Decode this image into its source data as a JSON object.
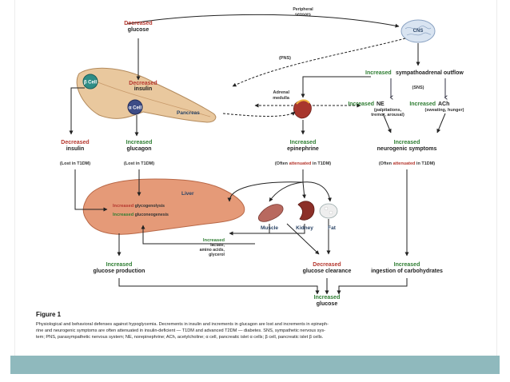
{
  "figure": {
    "title": "Figure 1",
    "caption_lines": [
      "Physiological and behavioral defenses against hypoglycemia. Decrements in insulin and increments in glucagon are lost and increments in epineph-",
      "rine and neurogenic symptoms are often attenuated in insulin-deficient — T1DM and advanced T2DM — diabetes. SNS, sympathetic nervous sys-",
      "tem; PNS, parasympathetic nervous system; NE, norepinephrine; ACh, acetylcholine; α cell, pancreatic islet α cells; β cell, pancreatic islet β cells."
    ]
  },
  "labels": {
    "peripheral_sensors": [
      "Peripheral",
      "sensors"
    ],
    "cns": "CNS",
    "decreased_glucose": {
      "mod": "Decreased",
      "noun": "glucose"
    },
    "decreased_insulin_top": {
      "mod": "Decreased",
      "noun": "insulin"
    },
    "beta_cell": "β Cell",
    "alpha_cell": "α Cell",
    "pancreas": "Pancreas",
    "pns": "(PNS)",
    "sns": "(SNS)",
    "sympathoadrenal": {
      "mod": "Increased",
      "rest": "sympathoadrenal outflow"
    },
    "adrenal_medulla": [
      "Adrenal",
      "medulla"
    ],
    "increased_ne": {
      "mod": "Increased",
      "noun": "NE",
      "detail": [
        "(palpitations,",
        "tremor, arousal)"
      ]
    },
    "increased_ach": {
      "mod": "Increased",
      "noun": "ACh",
      "detail": "(sweating, hunger)"
    },
    "decreased_insulin": {
      "mod": "Decreased",
      "noun": "insulin",
      "note": "(Lost in T1DM)"
    },
    "increased_glucagon": {
      "mod": "Increased",
      "noun": "glucagon",
      "note": "(Lost in T1DM)"
    },
    "increased_epinephrine": {
      "mod": "Increased",
      "noun": "epinephrine",
      "note_pre": "(Often ",
      "note_mid": "attenuated",
      "note_post": " in T1DM)"
    },
    "increased_neurogenic": {
      "mod": "Increased",
      "noun": "neurogenic symptoms",
      "note_pre": "(Often ",
      "note_mid": "attenuated",
      "note_post": " in T1DM)"
    },
    "liver": "Liver",
    "glycogenolysis": {
      "mod": "Increased",
      "noun": " glycogenolysis"
    },
    "gluconeogenesis": {
      "mod": "Increased",
      "noun": " gluconeogenesis"
    },
    "muscle": "Muscle",
    "kidney": "Kidney",
    "fat": "Fat",
    "substrates": {
      "mod": "Increased",
      "lines": [
        "lactate,",
        "amino acids,",
        "glycerol"
      ]
    },
    "glucose_production": {
      "mod": "Increased",
      "noun": "glucose production"
    },
    "glucose_clearance": {
      "mod": "Decreased",
      "noun": "glucose clearance"
    },
    "ingestion": {
      "mod": "Increased",
      "noun": "ingestion of carbohydrates"
    },
    "increased_glucose": {
      "mod": "Increased",
      "noun": "glucose"
    }
  },
  "colors": {
    "green": "#2e7d32",
    "red": "#b5372e",
    "liver": "#e59a78",
    "pancreas": "#e9c89e",
    "footer": "#8fb9bd"
  }
}
